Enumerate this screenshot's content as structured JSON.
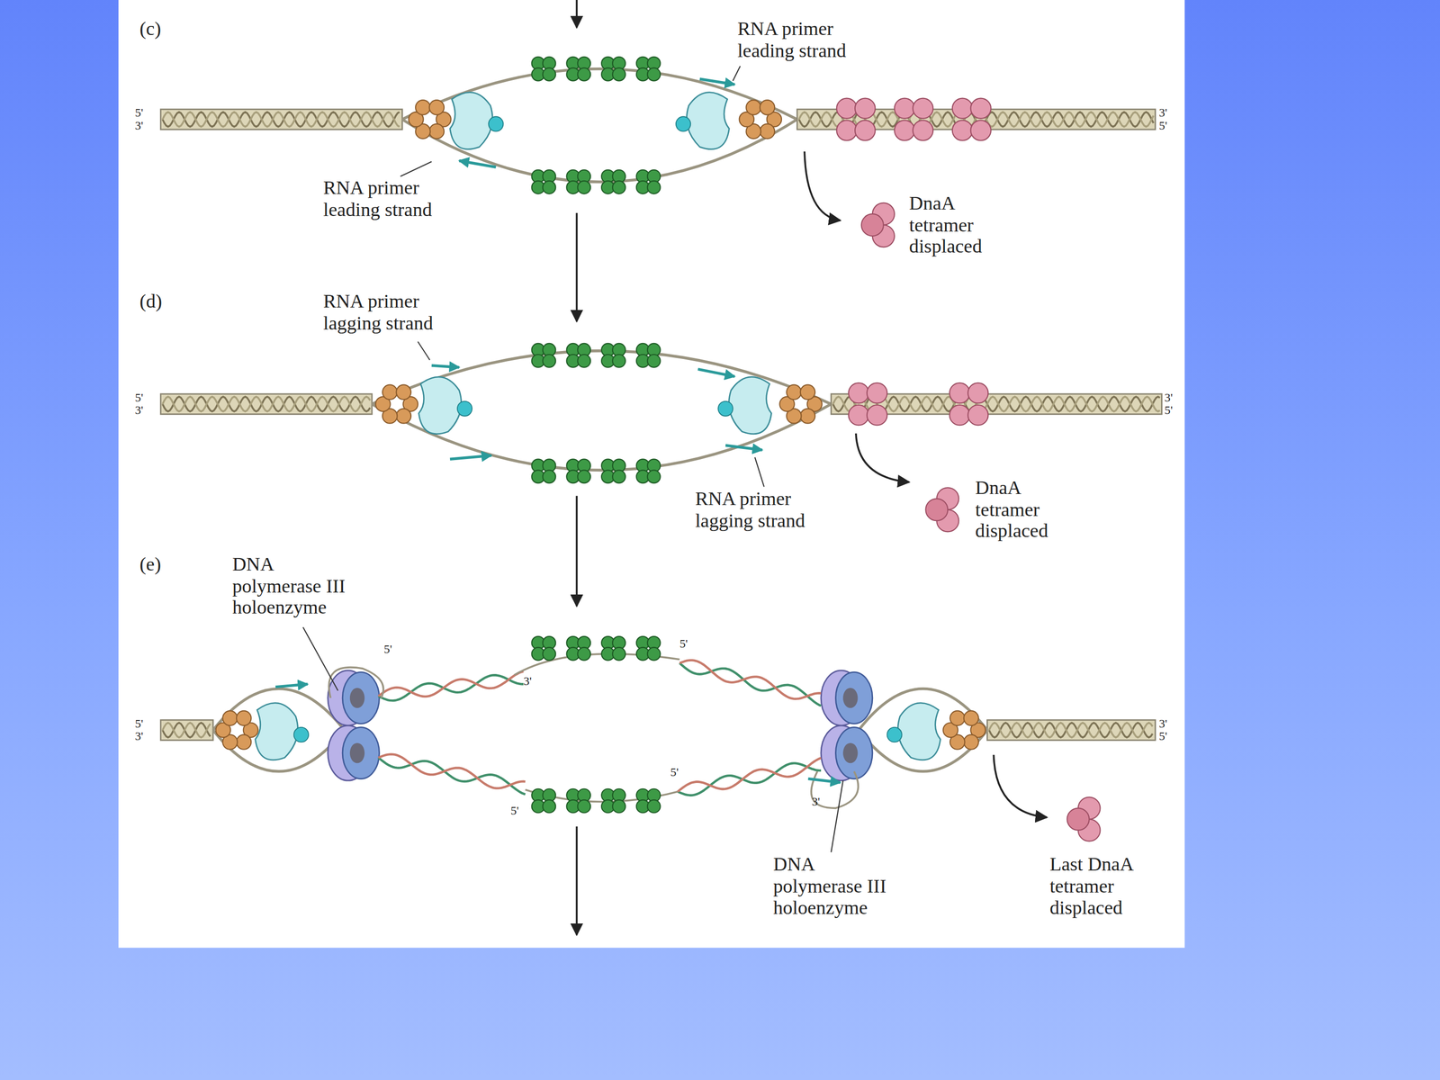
{
  "diagram": {
    "labels": [
      "(c)",
      "RNA primer leading strand",
      "5'",
      "3'",
      "3'",
      "5'",
      "RNA primer leading strand",
      "DnaA tetramer displaced",
      "(d)",
      "RNA primer lagging strand",
      "5'",
      "3'",
      "3'",
      "5'",
      "RNA primer lagging strand",
      "DnaA tetramer displaced",
      "(e)",
      "DNA polymerase III holoenzyme",
      "5'",
      "3'",
      "5'",
      "5'",
      "3'",
      "3'",
      "5'",
      "5'",
      "5'",
      "3'",
      "DNA polymerase III holoenzyme",
      "Last DnaA tetramer displaced"
    ]
  }
}
